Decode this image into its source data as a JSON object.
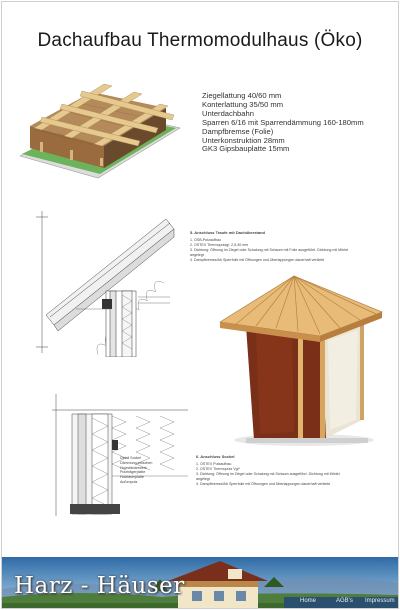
{
  "page": {
    "title": "Dachaufbau Thermomodulhaus (Öko)"
  },
  "spec_lines": [
    "Ziegellattung 40/60 mm",
    "Konterlattung 35/50 mm",
    "Unterdachbahn",
    "Sparren 6/16 mit Sparrendämmung 160-180mm",
    "Dampfbremse (Folie)",
    "Unterkonstruktion 28mm",
    "GK3 Gipsbauplatte 15mm"
  ],
  "note1": {
    "heading": "5. Anschluss Traufe mit Dachüberstand",
    "lines": [
      "1. OSB-Putzaufbau",
      "2. OSTEX Thermoputzgl. 2,5-30 mm",
      "3. Dichtung: Öffnung im Ziegel oder Schalung mit Schaum mit Folie ausgeführt. Dichtung mit Mörtel",
      "   angelegt",
      "4. Dampfbremse/Ab Sperrfolie mit Öffnungen und Überlappungen dauerhaft verklebt"
    ]
  },
  "note2": {
    "heading": "6. Anschluss Sockel",
    "lines": [
      "1. OSTEX Putzaufbau",
      "2. OSTEX Thermoputz Vgl*",
      "3. Dichtung: Öffnung im Ziegel oder Schalung mit Schaum ausgeführt. Dichtung mit Mörtel",
      "   angelegt",
      "4. Dampfbremse/Ab Sperrfolie mit Öffnungen und Überlappungen dauerhaft verklebt"
    ]
  },
  "detail_label": [
    "Detail Sockel",
    "Dämmung zwischen",
    "Holzständerwerk",
    "Putzträgerplatte",
    "Holzfaserplatte",
    "Außenputz"
  ],
  "banner": {
    "brand": "Harz - Häuser",
    "nav": [
      "Home",
      "AGB's",
      "Impressum"
    ]
  },
  "icons": [
    "roof-layers-illustration",
    "eaves-detail-drawing",
    "base-detail-drawing",
    "garden-house-illustration",
    "house-photo"
  ]
}
